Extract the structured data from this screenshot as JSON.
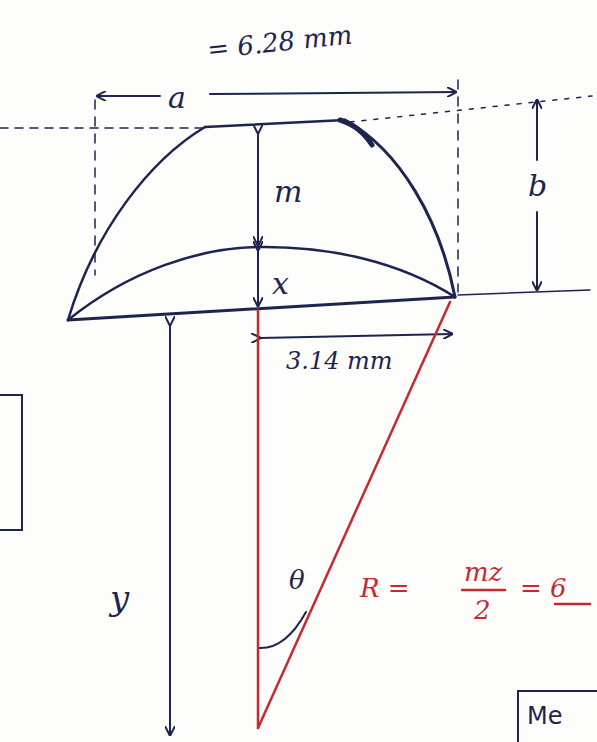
{
  "diagram": {
    "nodes": [
      {
        "text": [
          "Me"
        ]
      }
    ],
    "labels": [
      "a",
      "= 6.28 mm",
      "m",
      "b",
      "x",
      "3.14 mm",
      "y",
      "θ",
      "R =",
      "mz",
      "2",
      "= 6"
    ]
  }
}
